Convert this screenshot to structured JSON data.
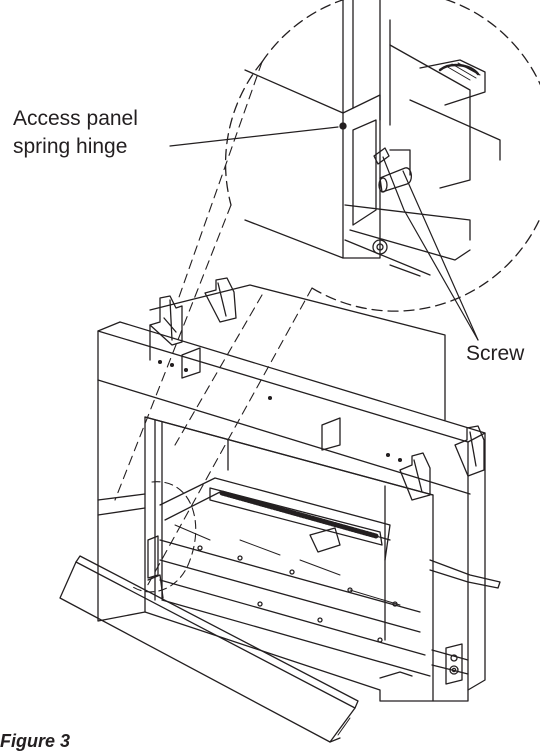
{
  "callouts": {
    "access_panel_line1": "Access panel",
    "access_panel_line2": "spring hinge",
    "screw": "Screw"
  },
  "caption": "Figure 3",
  "colors": {
    "line": "#231f20",
    "background": "#ffffff"
  }
}
